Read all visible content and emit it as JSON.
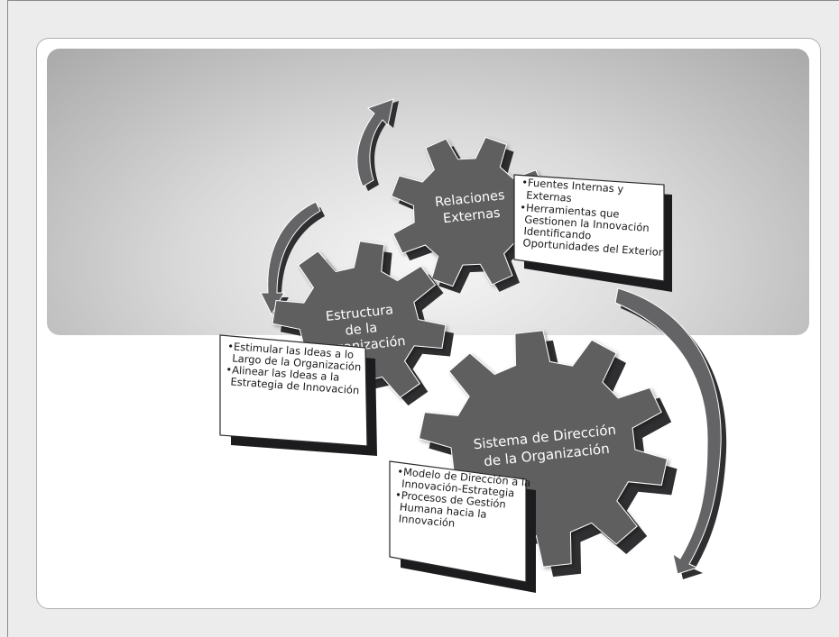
{
  "top_title": "",
  "gears": {
    "relaciones": {
      "line1": "Relaciones",
      "line2": "Externas"
    },
    "estructura": {
      "line1": "Estructura",
      "line2": "de la",
      "line3": "Organización"
    },
    "sistema": {
      "line1": "Sistema de Dirección",
      "line2": "de la Organización"
    }
  },
  "boxes": {
    "relaciones": {
      "lines": [
        "•Fuentes Internas y",
        "Externas",
        "•Herramientas que",
        "Gestionen la Innovación",
        "Identificando",
        "Oportunidades del Exterior"
      ]
    },
    "estructura": {
      "lines": [
        "•Estimular las Ideas a lo",
        "Largo de la Organización",
        "•Alinear las Ideas a la",
        "Estrategia de Innovación"
      ]
    },
    "sistema": {
      "lines": [
        "•Modelo de Dirección a la",
        "Innovación-Estrategia",
        "•Procesos de Gestión",
        "Humana hacia la",
        "Innovación"
      ]
    }
  },
  "colors": {
    "gear_face": "#5f5f61",
    "gear_side": "#2f2f31",
    "arrow_face": "#626264",
    "box_border": "#2a2a2a"
  }
}
